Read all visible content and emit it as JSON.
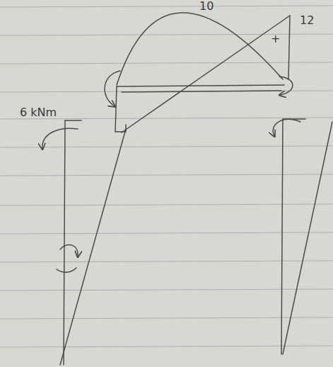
{
  "diagram": {
    "labels": [
      "10",
      "12",
      "+",
      "6 kNm"
    ]
  }
}
